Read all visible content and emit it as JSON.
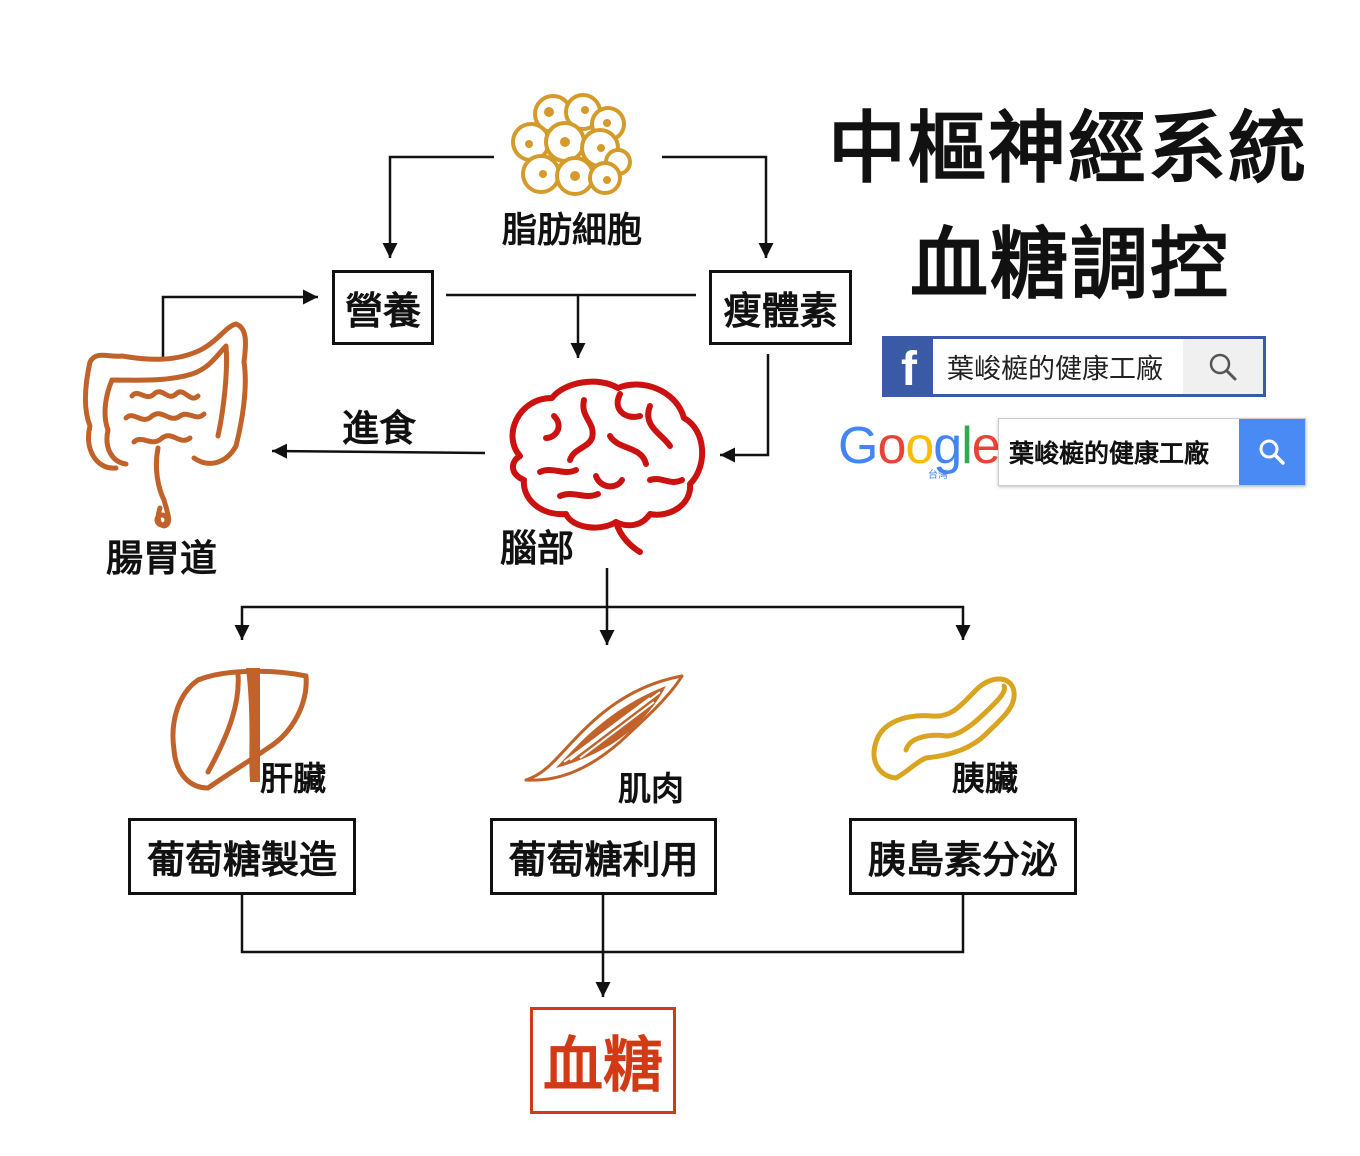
{
  "title": {
    "line1": "中樞神經系統",
    "line2": "血糖調控"
  },
  "nodes": {
    "fat_cells": "脂肪細胞",
    "nutrition": "營養",
    "leptin": "瘦體素",
    "brain": "腦部",
    "gut": "腸胃道",
    "eating": "進食",
    "liver": "肝臟",
    "muscle": "肌肉",
    "pancreas": "胰臟",
    "glucose_production": "葡萄糖製造",
    "glucose_utilization": "葡萄糖利用",
    "insulin_secretion": "胰島素分泌",
    "blood_sugar": "血糖"
  },
  "search": {
    "facebook_logo": "f",
    "facebook_query": "葉峻榳的健康工廠",
    "google_logo": "Google",
    "google_region": "台灣",
    "google_query": "葉峻榳的健康工廠"
  },
  "colors": {
    "brain": "#cc1111",
    "organ_brown": "#c0622a",
    "pancreas_gold": "#d9a520",
    "fat_gold": "#d49a2a",
    "blood_sugar_red": "#d23a16",
    "facebook_blue": "#3b5aa6",
    "google_blue": "#4a8af4"
  },
  "icons": [
    "fat-cells-icon",
    "brain-icon",
    "intestine-icon",
    "liver-icon",
    "muscle-icon",
    "pancreas-icon",
    "search-icon"
  ]
}
